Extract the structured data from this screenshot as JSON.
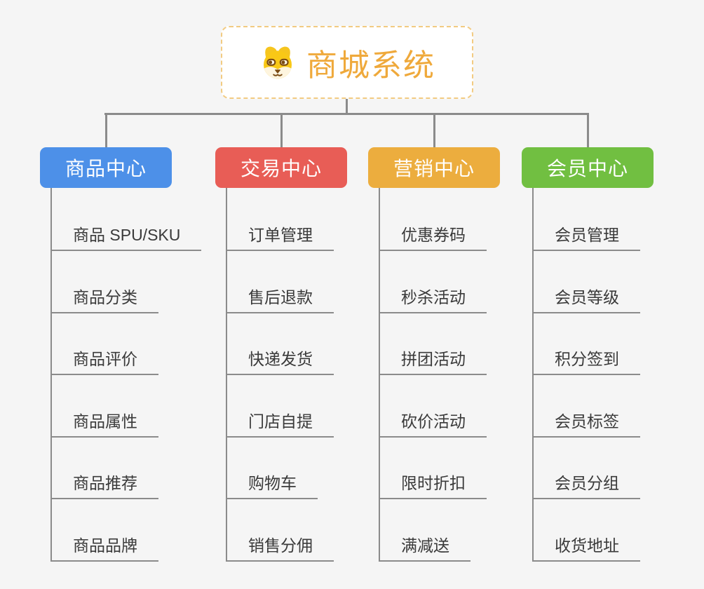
{
  "root": {
    "title": "商城系统",
    "icon": "dog-face-icon"
  },
  "branches": [
    {
      "id": "product-center",
      "label": "商品中心",
      "color": "#4D90E8",
      "items": [
        "商品 SPU/SKU",
        "商品分类",
        "商品评价",
        "商品属性",
        "商品推荐",
        "商品品牌"
      ]
    },
    {
      "id": "trade-center",
      "label": "交易中心",
      "color": "#E85D56",
      "items": [
        "订单管理",
        "售后退款",
        "快递发货",
        "门店自提",
        "购物车",
        "销售分佣"
      ]
    },
    {
      "id": "marketing-center",
      "label": "营销中心",
      "color": "#ECAD3E",
      "items": [
        "优惠券码",
        "秒杀活动",
        "拼团活动",
        "砍价活动",
        "限时折扣",
        "满减送"
      ]
    },
    {
      "id": "member-center",
      "label": "会员中心",
      "color": "#71BF41",
      "items": [
        "会员管理",
        "会员等级",
        "积分签到",
        "会员标签",
        "会员分组",
        "收货地址"
      ]
    }
  ],
  "colors": {
    "background": "#F5F5F5",
    "connector": "#8B8B8B",
    "topic_text": "#3A3A3A",
    "root_text": "#EFA93B",
    "root_border": "#F2CB82",
    "root_bg": "#FFFFFF",
    "branch_text": "#FFFFFF"
  }
}
